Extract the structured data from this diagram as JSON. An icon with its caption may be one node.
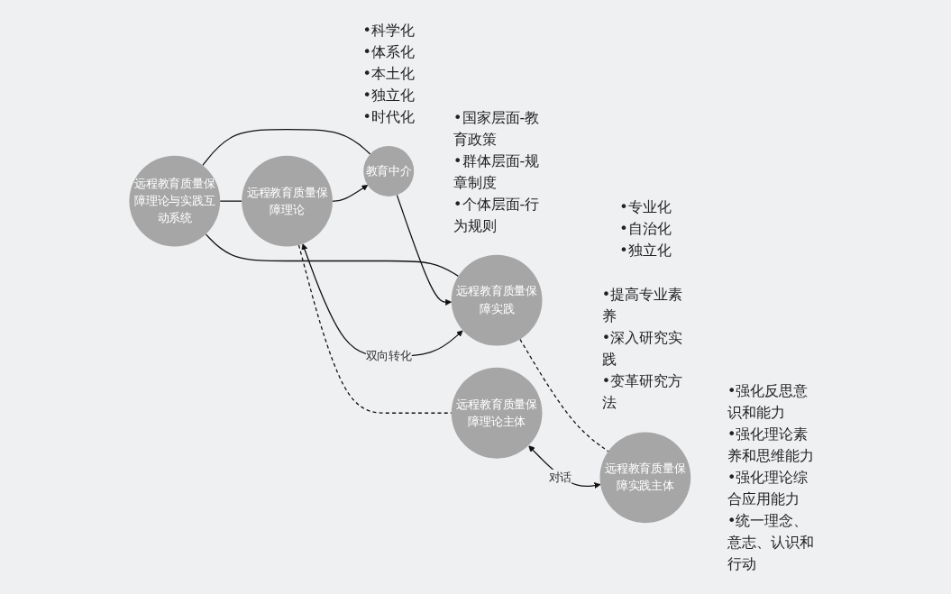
{
  "diagram": {
    "nodes": [
      {
        "text": [
          "远程教育质量保障理论与实践互动系统"
        ]
      },
      {
        "text": [
          "远程教育质量保障理论"
        ],
        "beside": [
          "•科学化",
          "•体系化",
          "•本土化",
          "•独立化",
          "•时代化"
        ]
      },
      {
        "text": [
          "教育中介"
        ],
        "beside": [
          "•国家层面-教育政策",
          "•群体层面-规章制度",
          "•个体层面-行为规则"
        ]
      },
      {
        "text": [
          "远程教育质量保障实践"
        ],
        "beside": [
          "•专业化",
          "•自治化",
          "•独立化"
        ]
      },
      {
        "text": [
          "远程教育质量保障理论主体"
        ],
        "beside": [
          "•提高专业素养",
          "•深入研究实践",
          "•变革研究方法"
        ]
      },
      {
        "text": [
          "远程教育质量保障实践主体"
        ],
        "beside": [
          "•强化反思意识和能力",
          "•强化理论素养和思维能力",
          "•强化理论综合应用能力",
          "•统一理念、意志、认识和行动"
        ]
      }
    ],
    "edges": [
      {
        "from": 0,
        "to": 1,
        "arrow": "none"
      },
      {
        "from": 0,
        "to": 2,
        "arrow": "none"
      },
      {
        "from": 0,
        "to": 3,
        "arrow": "none"
      },
      {
        "from": 1,
        "to": 2,
        "arrow": "to"
      },
      {
        "from": 2,
        "to": 3,
        "arrow": "to"
      },
      {
        "from": 1,
        "to": 4,
        "arrow": "none",
        "style": "dashed"
      },
      {
        "from": 3,
        "to": 5,
        "arrow": "none",
        "style": "dashed"
      },
      {
        "from": 4,
        "to": 5,
        "arrow": "both",
        "label": "对话"
      },
      {
        "from": 3,
        "to": 1,
        "arrow": "both",
        "label": "双向转化"
      }
    ]
  }
}
